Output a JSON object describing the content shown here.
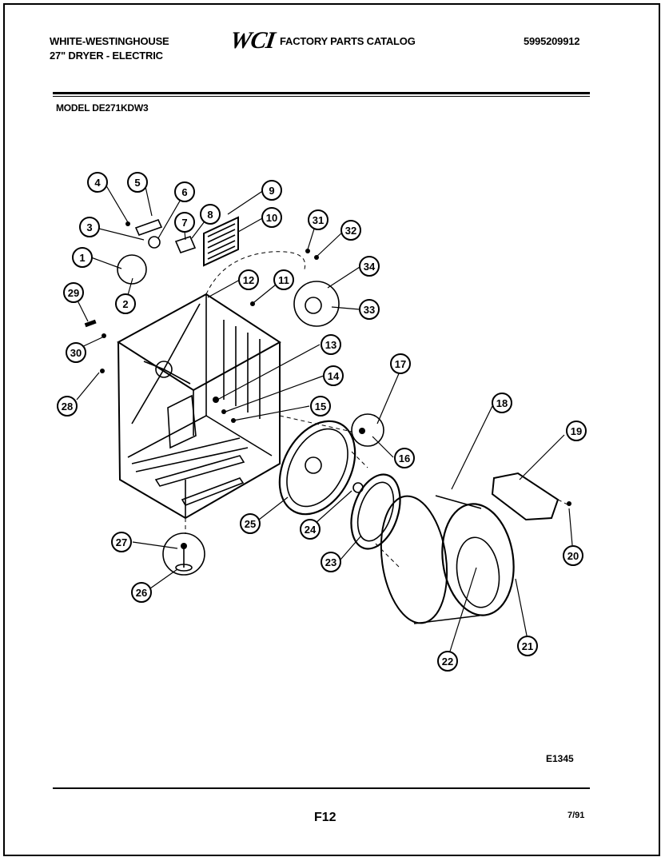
{
  "header": {
    "brand": "WHITE-WESTINGHOUSE",
    "subtitle": "27\" DRYER - ELECTRIC",
    "logo": "WCI",
    "catalog": "FACTORY PARTS CATALOG",
    "catalog_number": "5995209912",
    "model": "MODEL DE271KDW3"
  },
  "diagram": {
    "callouts": [
      "1",
      "2",
      "3",
      "4",
      "5",
      "6",
      "7",
      "8",
      "9",
      "10",
      "11",
      "12",
      "13",
      "14",
      "15",
      "16",
      "17",
      "18",
      "19",
      "20",
      "21",
      "22",
      "23",
      "24",
      "25",
      "26",
      "27",
      "28",
      "29",
      "30",
      "31",
      "32",
      "33",
      "34"
    ],
    "figure_code": "E1345"
  },
  "footer": {
    "page": "F12",
    "date": "7/91"
  }
}
